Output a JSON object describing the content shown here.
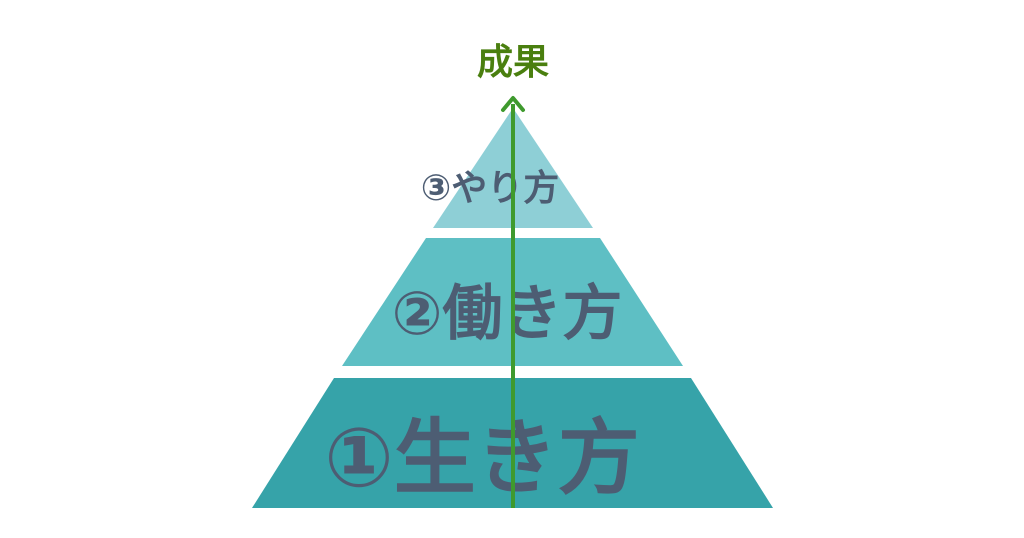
{
  "diagram": {
    "outcome_label": "成果",
    "tiers": [
      {
        "label": "③やり方",
        "color": "#8ecfd6"
      },
      {
        "label": "②働き方",
        "color": "#5ebfc4"
      },
      {
        "label": "①生き方",
        "color": "#36a3a9"
      }
    ],
    "text_color": "#4d5d73",
    "arrow_color": "#3f9a2e",
    "outcome_color": "#4a7f0f"
  }
}
